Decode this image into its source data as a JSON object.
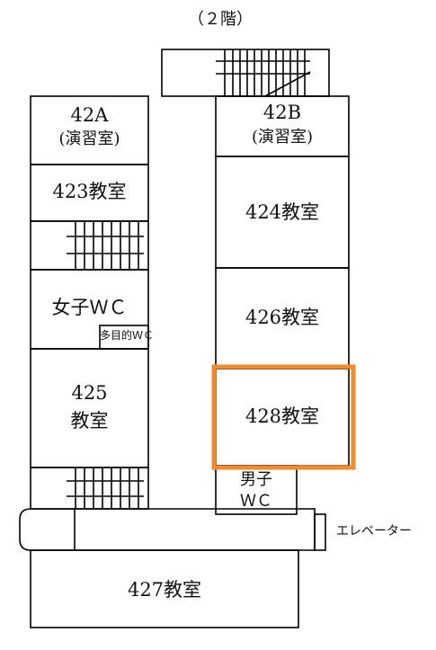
{
  "floor_title": "（２階）",
  "highlight_color": "#F28A2E",
  "rooms": {
    "r42a_line1": "42A",
    "r42a_line2": "(演習室)",
    "r42b_line1": "42B",
    "r42b_line2": "(演習室)",
    "r423": "423教室",
    "r424": "424教室",
    "r426": "426教室",
    "r428": "428教室",
    "r425_line1": "425",
    "r425_line2": "教室",
    "r427": "427教室",
    "wc_women": "女子ＷＣ",
    "wc_multi": "多目的ＷＣ",
    "wc_men_line1": "男子",
    "wc_men_line2": "ＷＣ",
    "elevator": "エレベーター"
  }
}
